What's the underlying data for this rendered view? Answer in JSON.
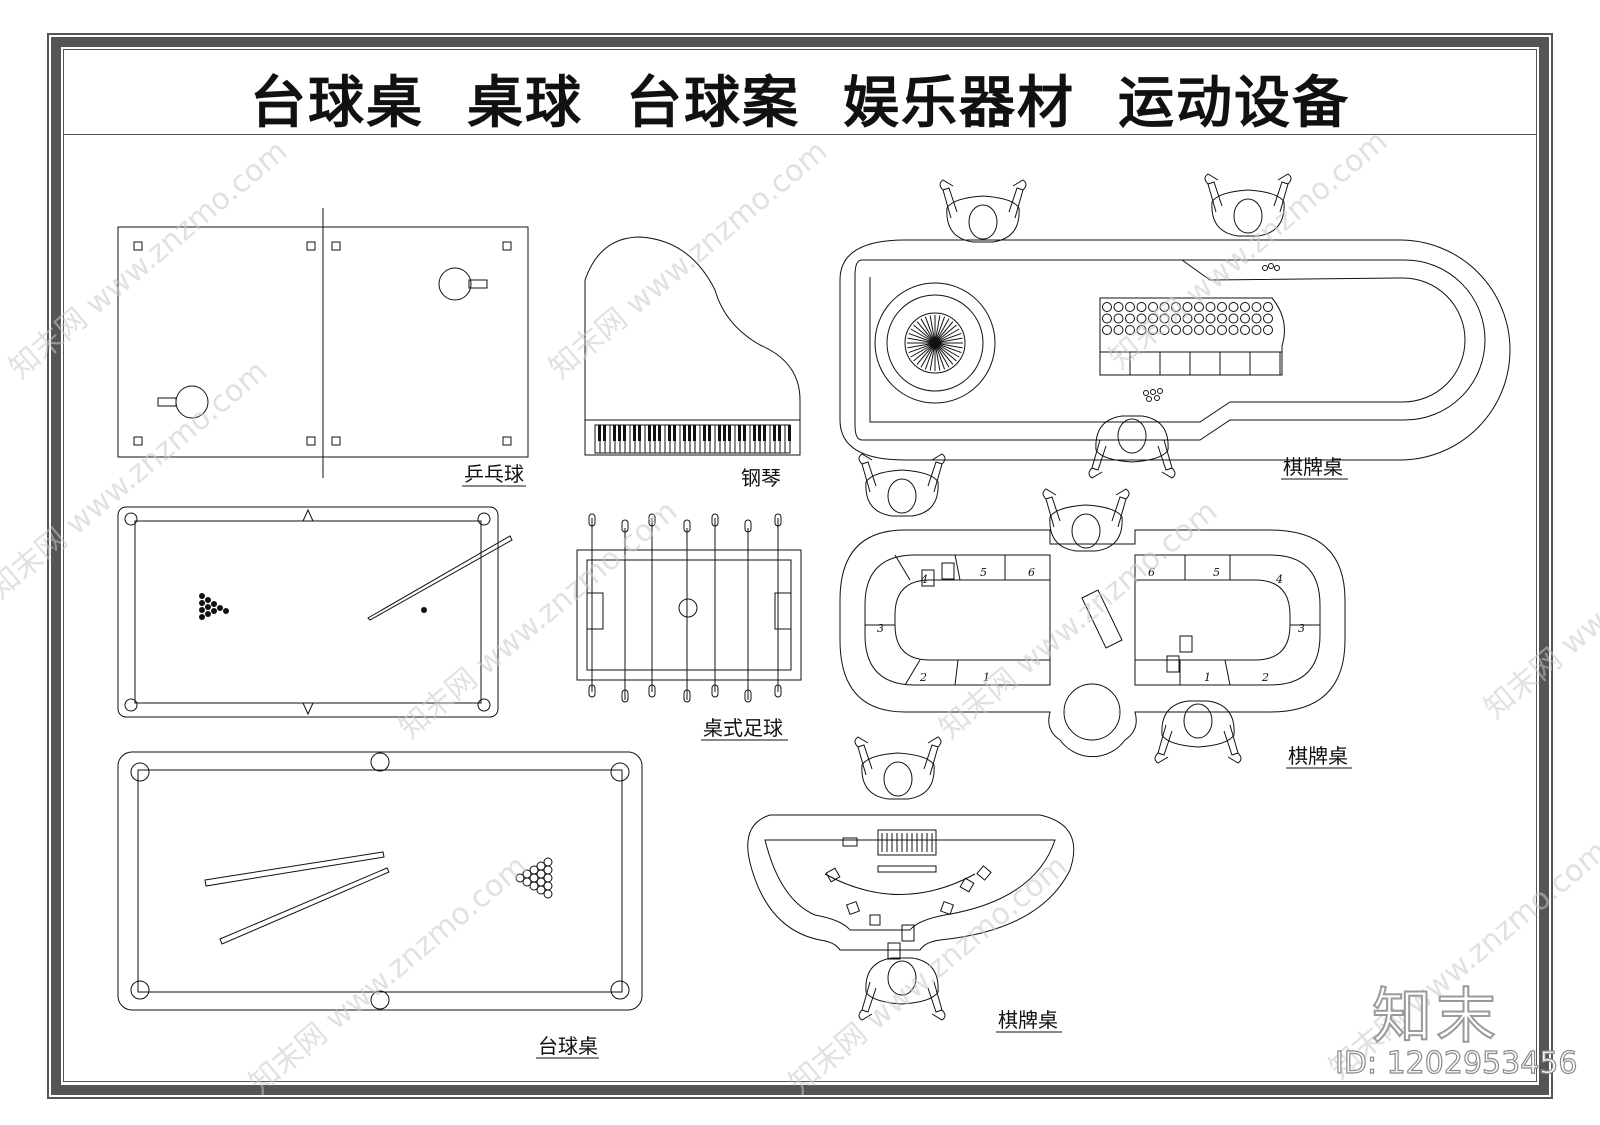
{
  "title": "台球桌  桌球  台球案  娱乐器材  运动设备",
  "labels": {
    "ping_pong": "乒乓球",
    "piano": "钢琴",
    "foosball": "桌式足球",
    "billiards": "台球桌",
    "card_table_1": "棋牌桌",
    "card_table_2": "棋牌桌",
    "card_table_3": "棋牌桌"
  },
  "seat_numbers_left": [
    "4",
    "5",
    "6",
    "3",
    "2",
    "1"
  ],
  "seat_numbers_right": [
    "6",
    "5",
    "4",
    "3",
    "1",
    "2"
  ],
  "watermark": "知末网 www.znzmo.com",
  "brand": "知末",
  "image_id": "ID: 1202953456",
  "colors": {
    "line": "#111111",
    "frame": "#555555",
    "watermark": "#c9c9c9"
  }
}
